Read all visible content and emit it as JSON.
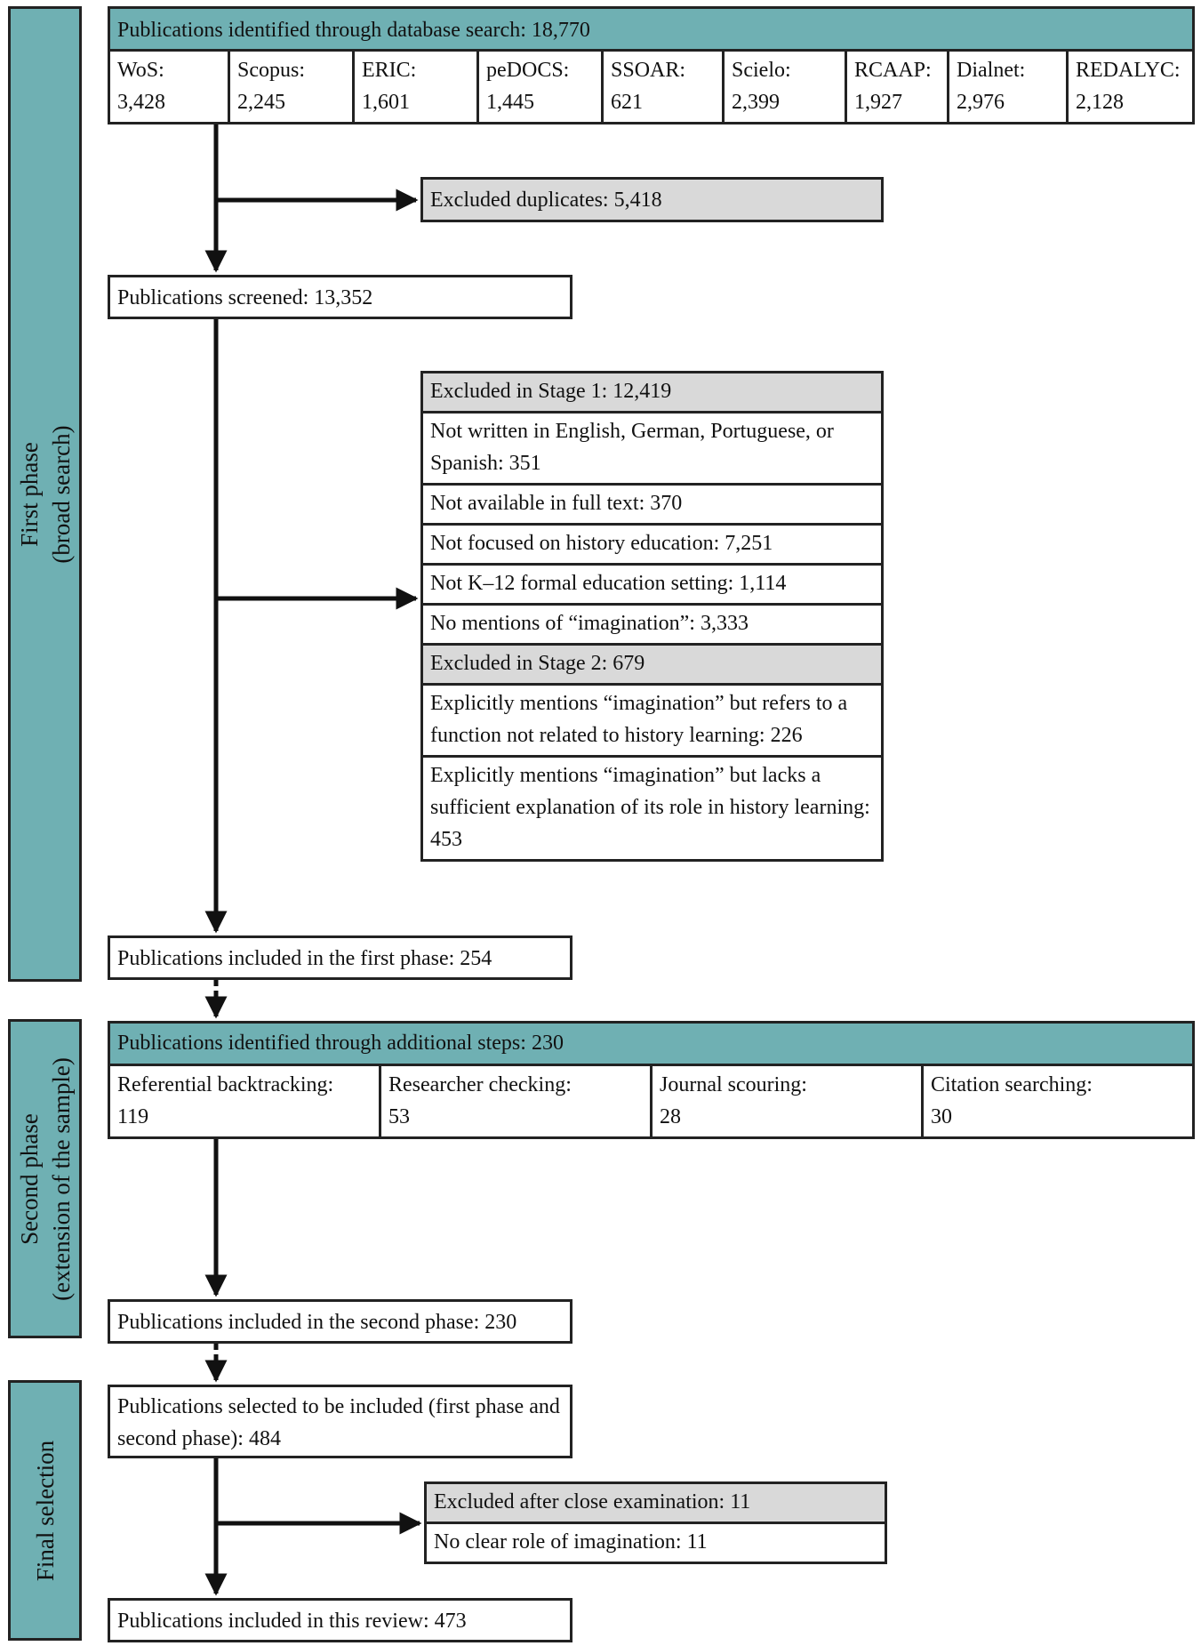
{
  "phases": {
    "first": [
      "First phase",
      "(broad search)"
    ],
    "second": [
      "Second phase",
      "(extension of the sample)"
    ],
    "final": [
      "Final selection"
    ]
  },
  "database_search": {
    "header": "Publications identified through database search: 18,770",
    "sources": [
      {
        "name": "WoS:",
        "count": "3,428"
      },
      {
        "name": "Scopus:",
        "count": "2,245"
      },
      {
        "name": "ERIC:",
        "count": "1,601"
      },
      {
        "name": "peDOCS:",
        "count": "1,445"
      },
      {
        "name": "SSOAR:",
        "count": "621"
      },
      {
        "name": "Scielo:",
        "count": "2,399"
      },
      {
        "name": "RCAAP:",
        "count": "1,927"
      },
      {
        "name": "Dialnet:",
        "count": "2,976"
      },
      {
        "name": "REDALYC:",
        "count": "2,128"
      }
    ]
  },
  "excluded_duplicates": "Excluded duplicates: 5,418",
  "screened": "Publications screened: 13,352",
  "exclusions": [
    {
      "text": "Excluded in Stage 1: 12,419",
      "header": true
    },
    {
      "text": "Not written in English, German, Portuguese, or Spanish: 351",
      "header": false
    },
    {
      "text": "Not available in full text: 370",
      "header": false
    },
    {
      "text": "Not focused on history education: 7,251",
      "header": false
    },
    {
      "text": "Not K–12 formal education setting: 1,114",
      "header": false
    },
    {
      "text": "No mentions of “imagination”: 3,333",
      "header": false
    },
    {
      "text": "Excluded in Stage 2: 679",
      "header": true
    },
    {
      "text": "Explicitly mentions “imagination” but refers to a function not related to history learning: 226",
      "header": false
    },
    {
      "text": "Explicitly mentions “imagination” but lacks a sufficient explanation of its role in history learning: 453",
      "header": false
    }
  ],
  "included_first": "Publications included in the first phase: 254",
  "additional_steps": {
    "header": "Publications identified through additional steps: 230",
    "sources": [
      {
        "name": "Referential backtracking:",
        "count": "119"
      },
      {
        "name": "Researcher checking:",
        "count": "53"
      },
      {
        "name": "Journal scouring:",
        "count": "28"
      },
      {
        "name": "Citation searching:",
        "count": "30"
      }
    ]
  },
  "included_second": "Publications included in the second phase: 230",
  "selected_total": "Publications selected to be included (first phase and second phase): 484",
  "final_exclusions": [
    {
      "text": "Excluded after close examination: 11",
      "header": true
    },
    {
      "text": "No clear role of imagination: 11",
      "header": false
    }
  ],
  "included_review": "Publications included in this review: 473",
  "colors": {
    "teal": "#6fb0b3",
    "grey": "#d9d9d9",
    "line": "#111111"
  }
}
